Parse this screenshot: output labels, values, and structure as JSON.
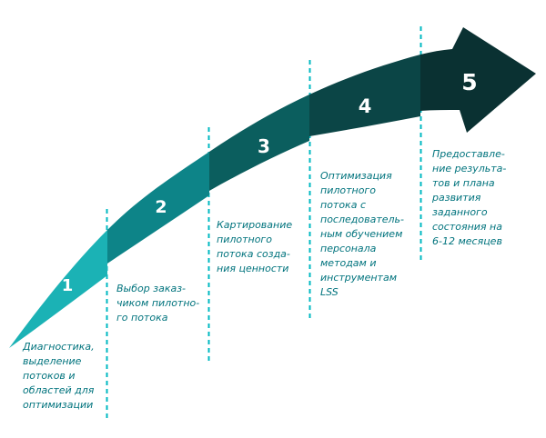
{
  "diagram": {
    "type": "stage-arrow",
    "description": "5-stage ascending arrow process diagram",
    "stages": [
      {
        "number": "1",
        "label_lines": [
          "Диагностика,",
          "выделение",
          "потоков и",
          "областей для",
          "оптимизации"
        ]
      },
      {
        "number": "2",
        "label_lines": [
          "Выбор заказ-",
          "чиком пилотно-",
          "го потока"
        ]
      },
      {
        "number": "3",
        "label_lines": [
          "Картирование",
          "пилотного",
          "потока созда-",
          "ния ценности"
        ]
      },
      {
        "number": "4",
        "label_lines": [
          "Оптимизация",
          "пилотного",
          "потока с",
          "последователь-",
          "ным обучением",
          "персонала",
          "методам и",
          "инструментам",
          "LSS"
        ]
      },
      {
        "number": "5",
        "label_lines": [
          "Предоставле-",
          "ние результа-",
          "тов и плана",
          "развития",
          "заданного",
          "состояния на",
          "6-12 месяцев"
        ]
      }
    ],
    "colors": {
      "segment1": "#1bb2b5",
      "segment2": "#0d8488",
      "segment3": "#0b5e5e",
      "segment4": "#0b4546",
      "segment5": "#0a3132",
      "dash_line": "#00b8c2",
      "label_text": "#00737d",
      "number_text": "#ffffff",
      "background": "#ffffff"
    }
  }
}
